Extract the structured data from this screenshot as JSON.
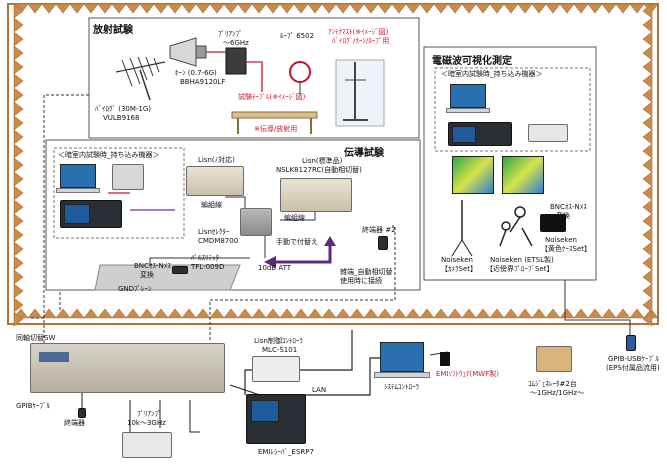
{
  "labels": {
    "radiated_title": "放射試験",
    "preamp_top": "ﾌﾟﾘｱﾝﾌﾟ",
    "preamp_top_range": "～6GHz",
    "loop_6502": "ﾙｰﾌﾟ 6502",
    "antenna_mast": "ｱﾝﾃﾅﾏｽﾄ(※ｲﾒｰｼﾞ図)",
    "antenna_mast_2": "ﾊﾞｲﾛｸﾞ/ﾎｰﾝ/ﾙｰﾌﾟ用",
    "horn": "ﾎｰﾝ (0.7-6G)",
    "horn_model": "BBHA9120LF",
    "test_table": "試験ﾃｰﾌﾞﾙ(※ｲﾒｰｼﾞ図)",
    "conducted_radiated": "※伝導/放射用",
    "bilog": "ﾊﾞｲﾛｸﾞ (30M-1G)",
    "bilog_model": "VULB9168",
    "bring_in_left": "＜暗室内試験時_持ち込み機器＞",
    "conducted_title": "伝導試験",
    "lisn_pair": "Lisn(ﾉ対応)",
    "lisn_standard": "Lisn(標準品)",
    "lisn_standard_model": "NSLK8127RC(自動相切替)",
    "braid_1": "編組線",
    "braid_2": "編組線",
    "lisn_selector": "Lisnｾﾚｸﾀｰ",
    "lisn_selector_model": "CMDM8700",
    "manual_switch": "手動で付替え",
    "terminator_2": "終端器 #2",
    "pulse_limiter": "ﾊﾟﾙｽﾘﾐｯﾀ",
    "pulse_limiter_model": "TFL-009D",
    "bnc_n_conv_left": "BNCｵｽ-Nﾒｽ",
    "bnc_n_conv_left_2": "変換",
    "att": "10dB ATT",
    "gnd_plane": "GNDﾌﾟﾚｰﾝ",
    "auto_phase_note": "雑端_自動相切替",
    "auto_phase_note_2": "使用時に接続",
    "em_title": "電磁波可視化測定",
    "bring_in_right": "＜暗室内試験時_持ち込み機器＞",
    "bnc_n_conv_right": "BNCｵｽ-Nﾒｽ",
    "bnc_n_conv_right_2": "変換",
    "noiseken_yellow": "Noiseken",
    "noiseken_yellow_set": "【黄色ｹｰｽSet】",
    "noiseken_camera": "Noiseken",
    "noiseken_camera_set": "【ｶﾒﾗSet】",
    "noiseken_etsl": "Noiseken (ETSL製)",
    "noiseken_etsl_set": "【近傍界ﾌﾟﾛｰﾌﾞSet】",
    "coax_switch": "同軸切替SW",
    "gpib_cable": "GPIBｹｰﾌﾞﾙ",
    "terminator": "終端器",
    "preamp_bottom": "ﾌﾟﾘｱﾝﾌﾟ",
    "preamp_bottom_range": "10k～3GHz",
    "lisn_controller": "Lisn制御ｺﾝﾄﾛｰﾗ",
    "lisn_controller_model": "MLC-S101",
    "lan": "LAN",
    "emi_receiver": "EMIﾚｼｰﾊﾞ_ESRP7",
    "system_controller": "ｼｽﾃﾑｺﾝﾄﾛｰﾗ",
    "emi_software": "EMIｿﾌﾄｳｪｱ(MWF製)",
    "comb_generator": "ｺﾑｼﾞｪﾈﾚｰﾀ#2台",
    "comb_range": "～1GHz/1GHz～",
    "gpib_usb": "GPIB-USBｹｰﾌﾞﾙ",
    "gpib_usb_note": "(EPS付属品流用)"
  },
  "colors": {
    "chamber_wall": "#b0713a",
    "chamber_absorber": "#c98a4a",
    "chamber_floor": "#d9c08a",
    "cable_red": "#d0142c",
    "arrow_purple": "#5b2a7f",
    "highlight_red": "#d0142c"
  },
  "icons": {
    "laptop": "laptop-icon",
    "analyzer": "spectrum-analyzer-icon",
    "usb_key": "usb-key-icon",
    "antenna": "antenna-icon"
  }
}
